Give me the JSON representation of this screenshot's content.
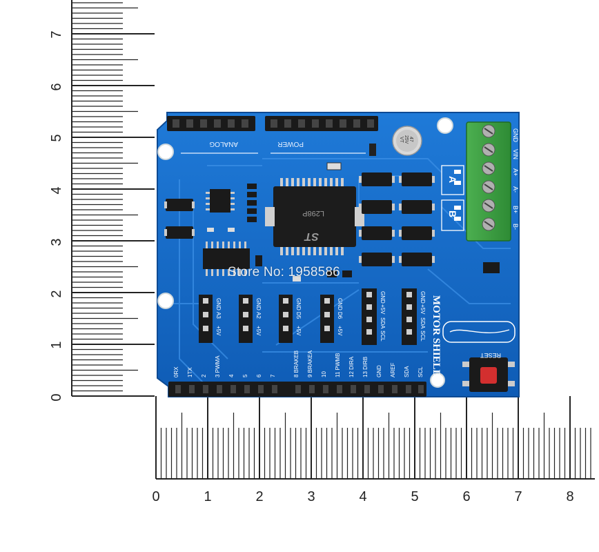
{
  "rulers": {
    "vertical_labels": [
      "7",
      "6",
      "5",
      "4",
      "3",
      "2",
      "1",
      "0"
    ],
    "horizontal_labels": [
      "0",
      "1",
      "2",
      "3",
      "4",
      "5",
      "6",
      "7",
      "8"
    ]
  },
  "board": {
    "color": "#1565c8",
    "header_labels": {
      "analog": "ANALOG",
      "power": "POWER",
      "title": "MOTOR SHIELD",
      "reset": "RESET"
    },
    "terminal_labels": [
      "GND",
      "VIN",
      "A+",
      "A-",
      "B+",
      "B-"
    ],
    "channel_labels": {
      "a": "A",
      "b": "B"
    },
    "capacitor_text": [
      "47",
      "25V",
      "VT"
    ],
    "chip_text": [
      "L298P",
      "ST"
    ],
    "sensor_headers": [
      {
        "pins": [
          "GND",
          "A3",
          "+5V"
        ]
      },
      {
        "pins": [
          "GND",
          "A2",
          "+5V"
        ]
      },
      {
        "pins": [
          "GND",
          "D5",
          "+5V"
        ]
      },
      {
        "pins": [
          "GND",
          "D6",
          "+5V"
        ]
      }
    ],
    "i2c_headers": [
      {
        "pins": [
          "GND",
          "+5V",
          "SDA",
          "SCL"
        ]
      },
      {
        "pins": [
          "GND",
          "+5V",
          "SDA",
          "SCL"
        ]
      }
    ],
    "digital_labels": [
      "0RX",
      "1TX",
      "2",
      "3 PWMA",
      "4",
      "5",
      "6",
      "7",
      "8 BRAKEB",
      "9 BRAKEA",
      "10",
      "11 PWMB",
      "12 DIRA",
      "13 DIRB",
      "GND",
      "AREF",
      "SDA",
      "SCL"
    ]
  },
  "watermark": "Store No: 1958586"
}
